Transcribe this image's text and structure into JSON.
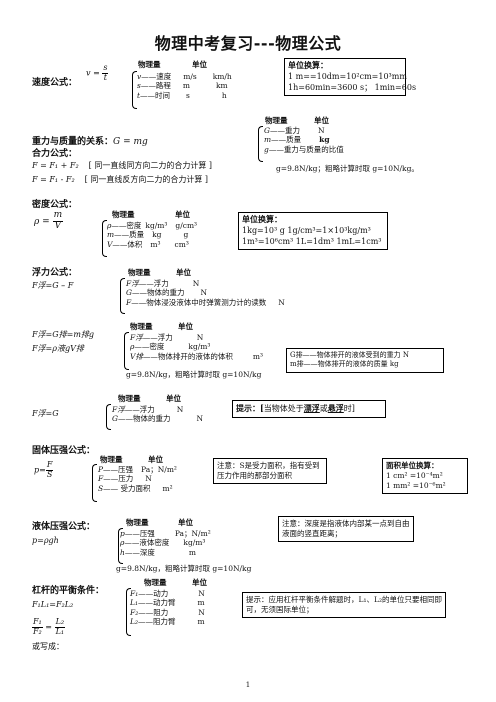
{
  "title": "物理中考复习---物理公式",
  "speed": {
    "label": "速度公式：",
    "formula_v": "v",
    "formula_eq": "=",
    "formula_num": "s",
    "formula_den": "t",
    "col_qty": "物理量",
    "col_unit": "单位",
    "rows": [
      {
        "sym": "v",
        "name": "——速度",
        "u1": "m/s",
        "u2": "km/h"
      },
      {
        "sym": "s",
        "name": "——路程",
        "u1": "m",
        "u2": "km"
      },
      {
        "sym": "t",
        "name": "——时间",
        "u1": "s",
        "u2": "h"
      }
    ],
    "conv_title": "单位换算：",
    "conv1": "1 m==10dm=10²cm=10³mm",
    "conv2": "1h=60min=3600 s；   1min=60s"
  },
  "gravity": {
    "label": "重力与质量的关系：",
    "formula": "G = mg",
    "col_qty": "物理量",
    "col_unit": "单位",
    "rows": [
      {
        "sym": "G",
        "name": "——重力",
        "unit": "N"
      },
      {
        "sym": "m",
        "name": "——质量",
        "unit": "kg"
      },
      {
        "sym": "g",
        "name": "——重力与质量的比值",
        "unit": ""
      }
    ],
    "note": "g=9.8N/kg；粗略计算时取 g=10N/kg。"
  },
  "resultant": {
    "label": "合力公式：",
    "f1": "F = F₁ + F₂",
    "c1": "[ 同一直线同方向二力的合力计算 ]",
    "f2": "F = F₁ - F₂",
    "c2": "[ 同一直线反方向二力的合力计算 ]"
  },
  "density": {
    "label": "密度公式：",
    "lhs": "ρ",
    "num": "m",
    "den": "V",
    "col_qty": "物理量",
    "col_unit": "单位",
    "rows": [
      {
        "sym": "ρ",
        "name": "——密度",
        "u1": "kg/m³",
        "u2": "g/cm³"
      },
      {
        "sym": "m",
        "name": "——质量",
        "u1": "kg",
        "u2": "g"
      },
      {
        "sym": "V",
        "name": "——体积",
        "u1": "m³",
        "u2": "cm³"
      }
    ],
    "conv_title": "单位换算：",
    "conv1": "1kg=10³ g     1g/cm³=1×10³kg/m³",
    "conv2": "1m³=10⁶cm³   1L=1dm³   1mL=1cm³"
  },
  "buoyancy1": {
    "label": "浮力公式：",
    "formula": "F浮=G  –  F",
    "col_qty": "物理量",
    "col_unit": "单位",
    "rows": [
      {
        "sym": "F浮",
        "name": "——浮力",
        "unit": "N"
      },
      {
        "sym": "G",
        "name": "——物体的重力",
        "unit": "N"
      },
      {
        "sym": "F",
        "name": "——物体浸没液体中时弹簧测力计的读数",
        "unit": "N"
      }
    ]
  },
  "buoyancy2": {
    "f1": "F浮=G排=m排g",
    "f2": "F浮=ρ液gV排",
    "col_qty": "物理量",
    "col_unit": "单位",
    "rows": [
      {
        "sym": "F浮",
        "name": "——浮力",
        "unit": "N"
      },
      {
        "sym": "ρ",
        "name": "——密度",
        "unit": "kg/m³"
      },
      {
        "sym": "V排",
        "name": "——物体排开的液体的体积",
        "unit": "m³"
      }
    ],
    "note": "g=9.8N/kg，粗略计算时取 g=10N/kg",
    "box1": "G排——物体排开的液体受到的重力 N",
    "box2": "m排——物体排开的液体的质量        kg"
  },
  "buoyancy3": {
    "formula": "F浮=G",
    "col_qty": "物理量",
    "col_unit": "单位",
    "rows": [
      {
        "sym": "F浮",
        "name": "——浮力",
        "unit": "N"
      },
      {
        "sym": "G",
        "name": "——物体的重力",
        "unit": "N"
      }
    ],
    "tip_prefix": "提示：[",
    "tip_body": "当物体处于",
    "tip_a": "漂浮",
    "tip_or": "或",
    "tip_b": "悬浮",
    "tip_end": "时]"
  },
  "pressure": {
    "label": "固体压强公式：",
    "lhs": "p=",
    "num": "F",
    "den": "S",
    "col_qty": "物理量",
    "col_unit": "单位",
    "rows": [
      {
        "sym": "P",
        "name": "——压强",
        "unit": "Pa；N/m²"
      },
      {
        "sym": "F",
        "name": "——压力",
        "unit": "N"
      },
      {
        "sym": "S",
        "name": "—— 受力面积",
        "unit": "m²"
      }
    ],
    "note": "注意：S是受力面积，指有受到压力作用的那部分面积",
    "conv_title": "面积单位换算：",
    "conv1": "1 cm² =10⁻⁴m²",
    "conv2": "1 mm² =10⁻⁶m²"
  },
  "liquid": {
    "label": "液体压强公式：",
    "formula": "p=ρgh",
    "col_qty": "物理量",
    "col_unit": "单位",
    "rows": [
      {
        "sym": "p",
        "name": "——压强",
        "unit": "Pa；N/m²"
      },
      {
        "sym": "ρ",
        "name": "——液体密度",
        "unit": "kg/m³"
      },
      {
        "sym": "h",
        "name": "——深度",
        "unit": "m"
      }
    ],
    "note": "g=9.8N/kg，粗略计算时取 g=10N/kg",
    "note_box": "注意：深度是指液体内部某一点到自由液面的竖直距离；"
  },
  "lever": {
    "label": "杠杆的平衡条件：",
    "formula": "F₁L₁=F₂L₂",
    "alt": "或写成：",
    "col_qty": "物理量",
    "col_unit": "单位",
    "rows": [
      {
        "sym": "F₁",
        "name": "——动力",
        "unit": "N"
      },
      {
        "sym": "L₁",
        "name": "——动力臂",
        "unit": "m"
      },
      {
        "sym": "F₂",
        "name": "——阻力",
        "unit": "N"
      },
      {
        "sym": "L₂",
        "name": "——阻力臂",
        "unit": "m"
      }
    ],
    "tip": "提示：应用杠杆平衡条件解题时，L₁、L₂的单位只要相同即可，无须国际单位；",
    "frac_a_num": "F₁",
    "frac_a_den": "F₂",
    "frac_b_num": "L₂",
    "frac_b_den": "L₁"
  },
  "page_number": "1"
}
